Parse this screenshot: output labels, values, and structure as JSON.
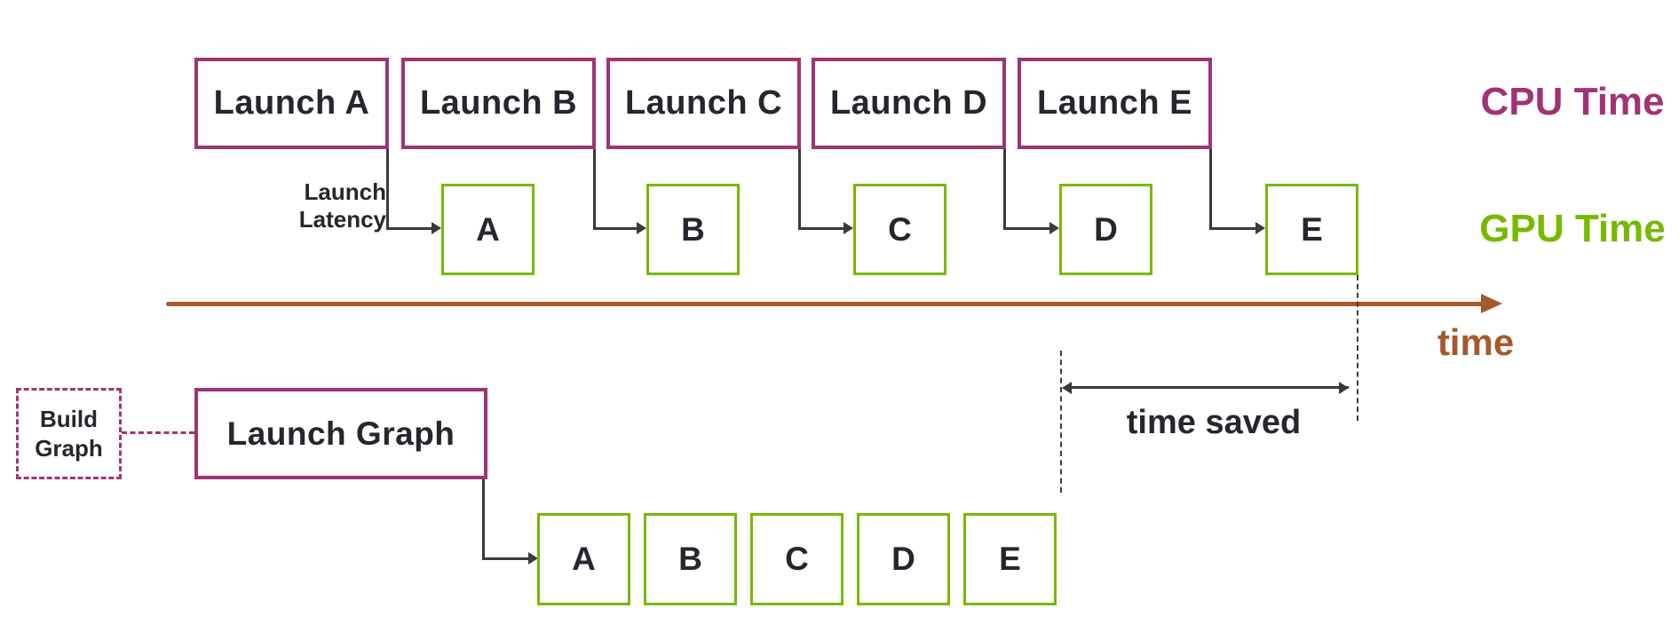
{
  "colors": {
    "cpu": "#a03376",
    "gpu": "#76b900",
    "timeline": "#a55a2b",
    "ink": "#26262e",
    "arrow": "#3a3a3a"
  },
  "cpu_row": {
    "side_label": "CPU Time",
    "boxes": [
      {
        "label": "Launch A"
      },
      {
        "label": "Launch B"
      },
      {
        "label": "Launch C"
      },
      {
        "label": "Launch D"
      },
      {
        "label": "Launch E"
      }
    ]
  },
  "gpu_row": {
    "side_label": "GPU Time",
    "boxes": [
      "A",
      "B",
      "C",
      "D",
      "E"
    ]
  },
  "launch_latency": {
    "line1": "Launch",
    "line2": "Latency"
  },
  "time_axis": {
    "label": "time"
  },
  "time_saved": {
    "label": "time saved"
  },
  "graph_flow": {
    "build_box": {
      "line1": "Build",
      "line2": "Graph"
    },
    "launch_box": {
      "label": "Launch Graph"
    },
    "boxes": [
      "A",
      "B",
      "C",
      "D",
      "E"
    ]
  }
}
